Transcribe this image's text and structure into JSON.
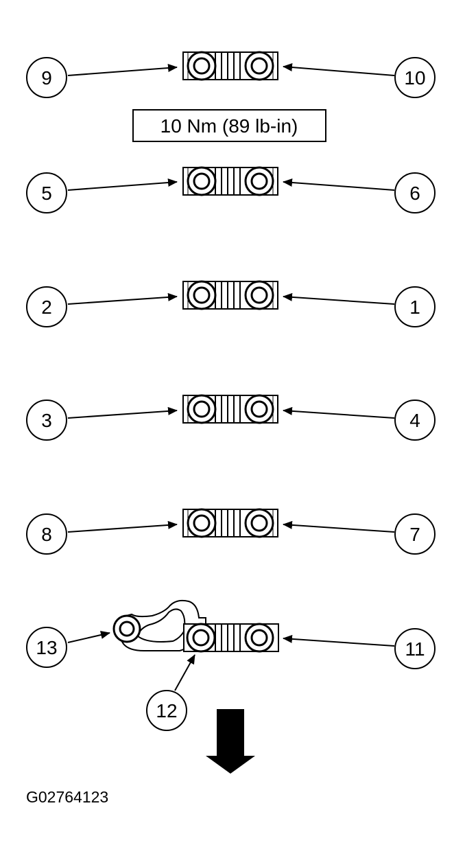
{
  "torque_spec": "10 Nm (89 lb-in)",
  "figure_id": "G02764123",
  "callouts": {
    "c1": "1",
    "c2": "2",
    "c3": "3",
    "c4": "4",
    "c5": "5",
    "c6": "6",
    "c7": "7",
    "c8": "8",
    "c9": "9",
    "c10": "10",
    "c11": "11",
    "c12": "12",
    "c13": "13"
  },
  "icons": {
    "bracket": "bolt-pair-bracket-icon",
    "direction": "down-arrow-icon"
  },
  "colors": {
    "ink": "#000000",
    "background": "#ffffff",
    "hatch": "#555555"
  }
}
